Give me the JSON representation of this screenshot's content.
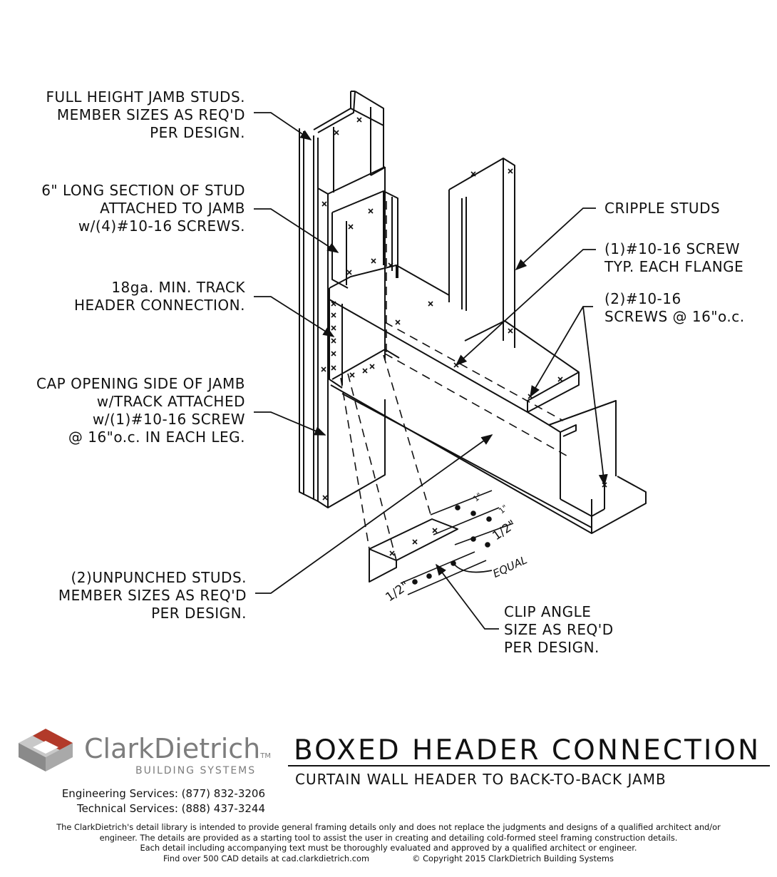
{
  "callouts": {
    "jamb_studs": [
      "FULL HEIGHT JAMB STUDS.",
      "MEMBER SIZES AS REQ'D",
      "PER DESIGN."
    ],
    "stud_section": [
      "6\" LONG SECTION OF STUD",
      "ATTACHED TO JAMB",
      "w/(4)#10-16 SCREWS."
    ],
    "track_header": [
      "18ga. MIN. TRACK",
      "HEADER CONNECTION."
    ],
    "cap_opening": [
      "CAP OPENING SIDE OF JAMB",
      "w/TRACK ATTACHED",
      "w/(1)#10-16 SCREW",
      "@ 16\"o.c. IN EACH LEG."
    ],
    "unpunched_studs": [
      "(2)UNPUNCHED STUDS.",
      "MEMBER SIZES AS REQ'D",
      "PER DESIGN."
    ],
    "cripple_studs": [
      "CRIPPLE STUDS"
    ],
    "screw_flange": [
      "(1)#10-16 SCREW",
      "TYP. EACH FLANGE"
    ],
    "screws_16oc": [
      "(2)#10-16",
      "SCREWS @ 16\"o.c."
    ],
    "clip_angle": [
      "CLIP ANGLE",
      "SIZE AS REQ'D",
      "PER DESIGN."
    ]
  },
  "dimensions": {
    "top": "1\"",
    "top_left": "1\"",
    "half_right": "1/2\"",
    "half_left": "1/2\"",
    "equal": "EQUAL"
  },
  "branding": {
    "company": "ClarkDietrich",
    "trademark": "TM",
    "division": "BUILDING SYSTEMS",
    "engineering_services": "Engineering Services: (877) 832-3206",
    "technical_services": "Technical Services: (888) 437-3244",
    "logo_colors": {
      "red": "#b23a2a",
      "gray": "#8a8a8a",
      "light": "#c8c8c8"
    }
  },
  "title_block": {
    "title": "BOXED HEADER CONNECTION",
    "subtitle": "CURTAIN WALL HEADER TO BACK-TO-BACK JAMB"
  },
  "disclaimer": {
    "line1": "The ClarkDietrich's detail library is intended to provide general framing details only and does not replace the judgments and designs of a qualified architect and/or",
    "line2": "engineer. The details are provided as a starting tool to assist the user in creating and detailing cold-formed steel framing construction details.",
    "line3": "Each detail including accompanying text must be thoroughly evaluated and approved by a qualified architect or engineer.",
    "line4a": "Find over 500 CAD details at cad.clarkdietrich.com",
    "line4b": "© Copyright 2015 ClarkDietrich Building Systems"
  }
}
